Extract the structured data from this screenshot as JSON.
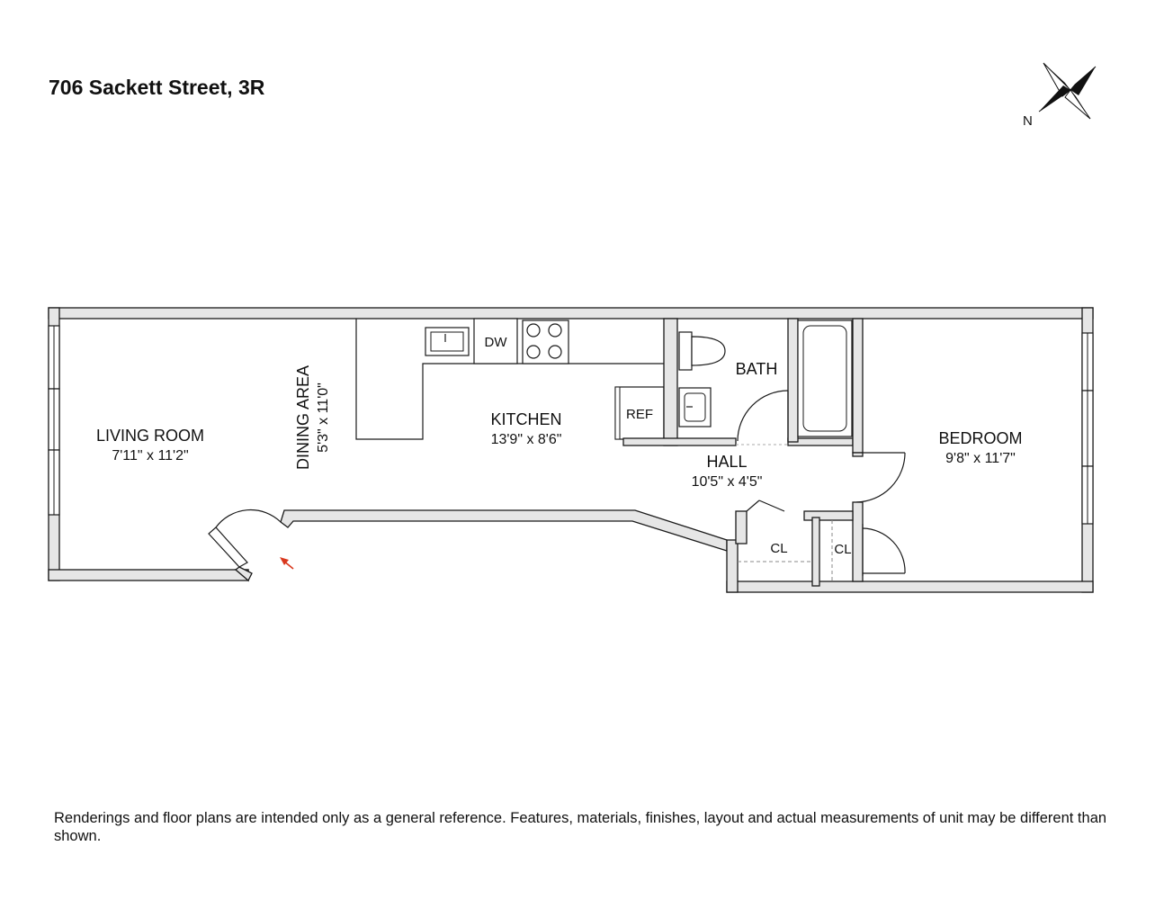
{
  "title": "706 Sackett Street, 3R",
  "compass": {
    "label": "N"
  },
  "rooms": {
    "living": {
      "name": "LIVING ROOM",
      "dims": "7'11\" x 11'2\""
    },
    "dining": {
      "name": "DINING AREA",
      "dims": "5'3\" x 11'0\""
    },
    "kitchen": {
      "name": "KITCHEN",
      "dims": "13'9\" x 8'6\""
    },
    "bath": {
      "name": "BATH"
    },
    "hall": {
      "name": "HALL",
      "dims": "10'5\" x 4'5\""
    },
    "bedroom": {
      "name": "BEDROOM",
      "dims": "9'8\" x 11'7\""
    },
    "closet1": {
      "name": "CL"
    },
    "closet2": {
      "name": "CL"
    }
  },
  "fixtures": {
    "dishwasher": "DW",
    "refrigerator": "REF"
  },
  "colors": {
    "wall_fill": "#e6e6e6",
    "wall_stroke": "#1a1a1a",
    "entry_arrow": "#d9381e"
  },
  "disclaimer": "Renderings and floor plans are intended only as a general reference. Features, materials, finishes, layout and actual measurements of unit may be different than shown."
}
